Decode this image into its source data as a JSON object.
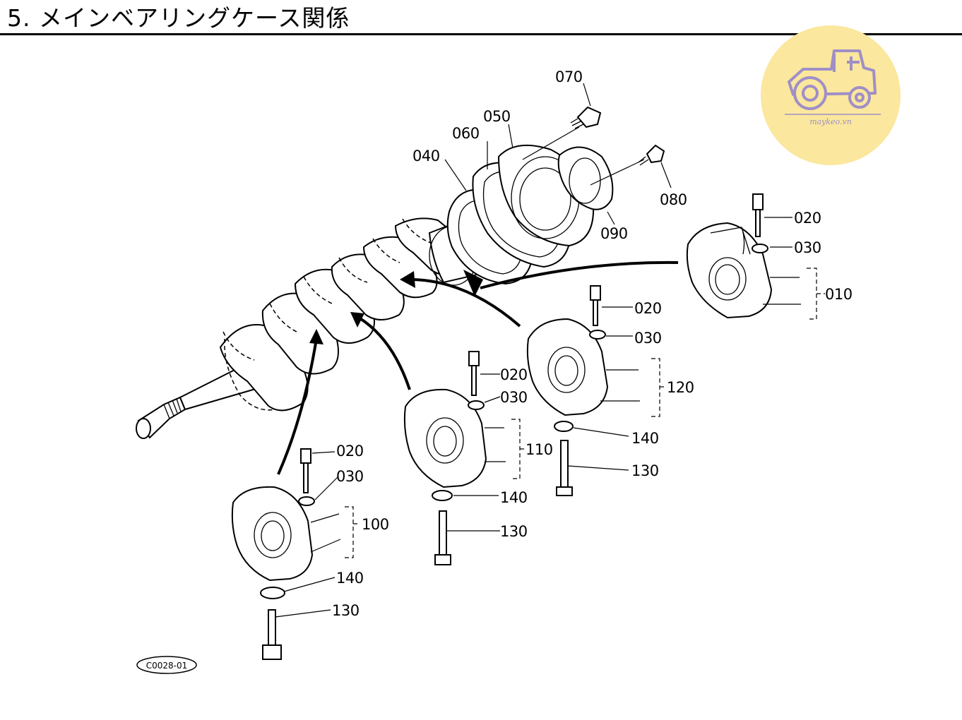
{
  "header": {
    "title": "5. メインベアリングケース関係"
  },
  "logo": {
    "icon": "tractor-icon",
    "text": "maykeo.vn",
    "circle_color": "#fbe79d",
    "ink_color": "#9f8fc6"
  },
  "diagram": {
    "code": "C0028-01",
    "parts": {
      "p010": "010",
      "p020": "020",
      "p030": "030",
      "p040": "040",
      "p050": "050",
      "p060": "060",
      "p070": "070",
      "p080": "080",
      "p090": "090",
      "p100": "100",
      "p110": "110",
      "p120": "120",
      "p130": "130",
      "p140": "140"
    }
  }
}
